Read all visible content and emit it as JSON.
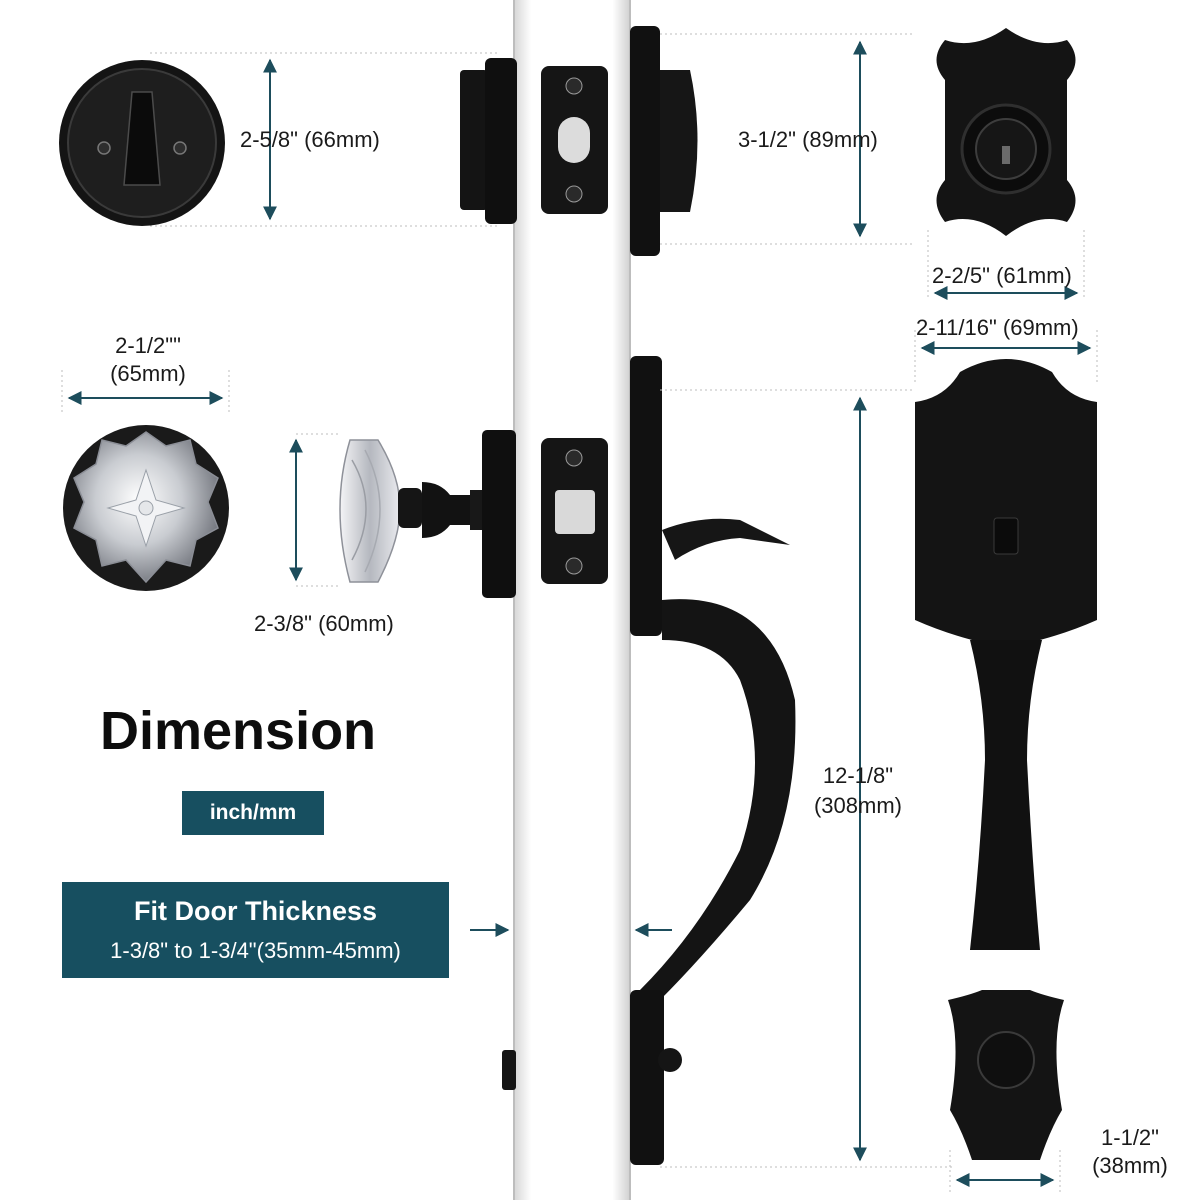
{
  "title": "Dimension",
  "unit_badge": "inch/mm",
  "door_fit": {
    "heading": "Fit Door Thickness",
    "range": "1-3/8\" to 1-3/4\"(35mm-45mm)"
  },
  "dimensions": {
    "thumbturn_diameter": "2-5/8\" (66mm)",
    "deadbolt_height": "3-1/2\" (89mm)",
    "deadbolt_width": "2-2/5\" (61mm)",
    "knob_face_line1": "2-1/2\"\"",
    "knob_face_line2": "(65mm)",
    "knob_side": "2-3/8\" (60mm)",
    "handleset_width": "2-11/16\" (69mm)",
    "handleset_height_line1": "12-1/8\"",
    "handleset_height_line2": "(308mm)",
    "handle_bottom_line1": "1-1/2\"",
    "handle_bottom_line2": "(38mm)"
  },
  "colors": {
    "accent": "#174f60",
    "arrow": "#1d4d5c",
    "hardware": "#111111",
    "door": "#ffffff"
  }
}
